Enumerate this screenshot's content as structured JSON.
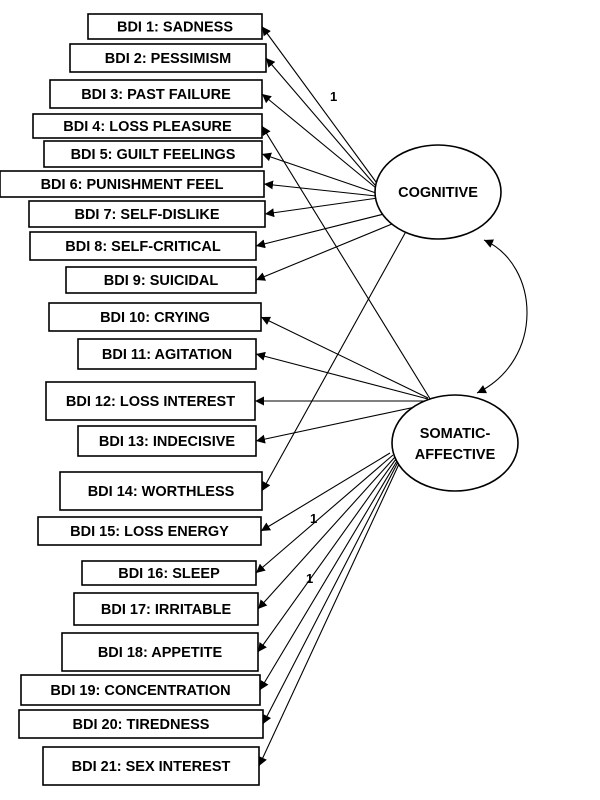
{
  "items": [
    {
      "label": "BDI 1: SADNESS",
      "factor": "cognitive"
    },
    {
      "label": "BDI 2: PESSIMISM",
      "factor": "cognitive"
    },
    {
      "label": "BDI 3: PAST FAILURE",
      "factor": "cognitive"
    },
    {
      "label": "BDI 4: LOSS  PLEASURE",
      "factor": "somatic"
    },
    {
      "label": "BDI 5: GUILT FEELINGS",
      "factor": "cognitive"
    },
    {
      "label": "BDI 6: PUNISHMENT FEEL",
      "factor": "cognitive"
    },
    {
      "label": "BDI 7: SELF-DISLIKE",
      "factor": "cognitive"
    },
    {
      "label": "BDI 8: SELF-CRITICAL",
      "factor": "cognitive"
    },
    {
      "label": "BDI 9: SUICIDAL",
      "factor": "cognitive"
    },
    {
      "label": "BDI 10: CRYING",
      "factor": "somatic"
    },
    {
      "label": "BDI 11: AGITATION",
      "factor": "somatic"
    },
    {
      "label": "BDI 12: LOSS INTEREST",
      "factor": "somatic"
    },
    {
      "label": "BDI 13: INDECISIVE",
      "factor": "somatic"
    },
    {
      "label": "BDI 14: WORTHLESS",
      "factor": "cognitive"
    },
    {
      "label": "BDI 15: LOSS ENERGY",
      "factor": "somatic"
    },
    {
      "label": "BDI 16: SLEEP",
      "factor": "somatic"
    },
    {
      "label": "BDI 17: IRRITABLE",
      "factor": "somatic"
    },
    {
      "label": "BDI 18: APPETITE",
      "factor": "somatic"
    },
    {
      "label": "BDI 19: CONCENTRATION",
      "factor": "somatic"
    },
    {
      "label": "BDI 20: TIREDNESS",
      "factor": "somatic"
    },
    {
      "label": "BDI 21: SEX INTEREST",
      "factor": "somatic"
    }
  ],
  "factors": {
    "cognitive": {
      "label": "COGNITIVE"
    },
    "somatic": {
      "label_line1": "SOMATIC-",
      "label_line2": "AFFECTIVE"
    }
  },
  "loadings": {
    "cognitive_fixed": "1",
    "somatic_fixed_a": "1",
    "somatic_fixed_b": "1"
  }
}
